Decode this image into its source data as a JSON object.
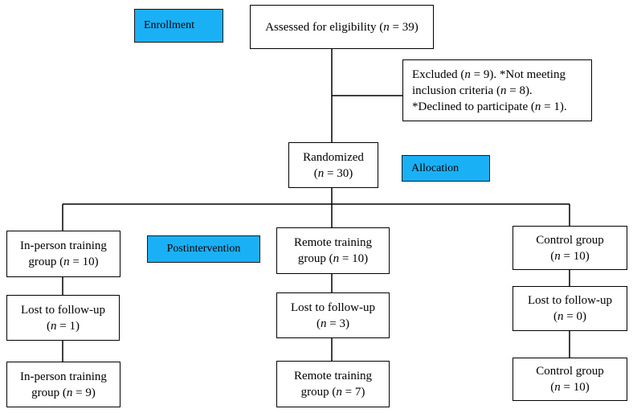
{
  "stage_labels": {
    "enrollment": "Enrollment",
    "allocation": "Allocation",
    "postintervention": "Postintervention"
  },
  "label_color": "#1ab0f5",
  "boxes": {
    "assessed": {
      "line1": "Assessed for eligibility (n = 39)"
    },
    "excluded": {
      "line1": "Excluded (n = 9). *Not meeting",
      "line2": "inclusion criteria (n = 8).",
      "line3": "*Declined to participate (n = 1)."
    },
    "randomized": {
      "line1": "Randomized",
      "line2": "(n = 30)"
    },
    "inperson_group": {
      "line1": "In-person training",
      "line2": "group (n = 10)"
    },
    "remote_group": {
      "line1": "Remote training",
      "line2": "group (n = 10)"
    },
    "control_group": {
      "line1": "Control group",
      "line2": "(n = 10)"
    },
    "inperson_lost": {
      "line1": "Lost to follow-up",
      "line2": "(n = 1)"
    },
    "remote_lost": {
      "line1": "Lost to follow-up",
      "line2": "(n = 3)"
    },
    "control_lost": {
      "line1": "Lost to follow-up",
      "line2": "(n = 0)"
    },
    "inperson_final": {
      "line1": "In-person training",
      "line2": "group (n = 9)"
    },
    "remote_final": {
      "line1": "Remote training",
      "line2": "group (n = 7)"
    },
    "control_final": {
      "line1": "Control group",
      "line2": "(n = 10)"
    }
  }
}
